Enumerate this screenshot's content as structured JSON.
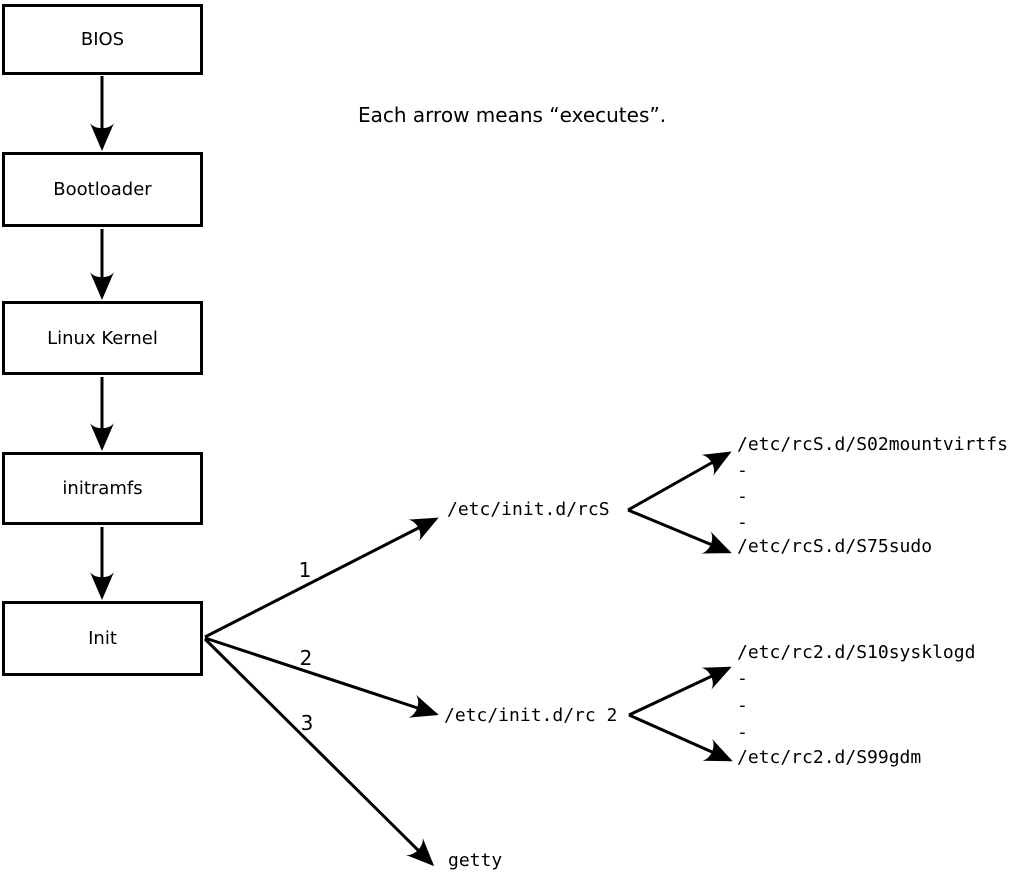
{
  "caption": "Each arrow means “executes”.",
  "nodes": {
    "bios": "BIOS",
    "bootloader": "Bootloader",
    "kernel": "Linux Kernel",
    "initramfs": "initramfs",
    "init": "Init"
  },
  "edge_labels": {
    "rcS": "1",
    "rc2": "2",
    "getty": "3"
  },
  "scripts": {
    "rcS": "/etc/init.d/rcS",
    "rc2": "/etc/init.d/rc 2",
    "getty": "getty"
  },
  "rcS_children": {
    "first": "/etc/rcS.d/S02mountvirtfs",
    "dash1": "-",
    "dash2": "-",
    "dash3": "-",
    "last": "/etc/rcS.d/S75sudo"
  },
  "rc2_children": {
    "first": "/etc/rc2.d/S10sysklogd",
    "dash1": "-",
    "dash2": "-",
    "dash3": "-",
    "last": "/etc/rc2.d/S99gdm"
  },
  "colors": {
    "foreground": "#000000",
    "background": "#ffffff"
  }
}
